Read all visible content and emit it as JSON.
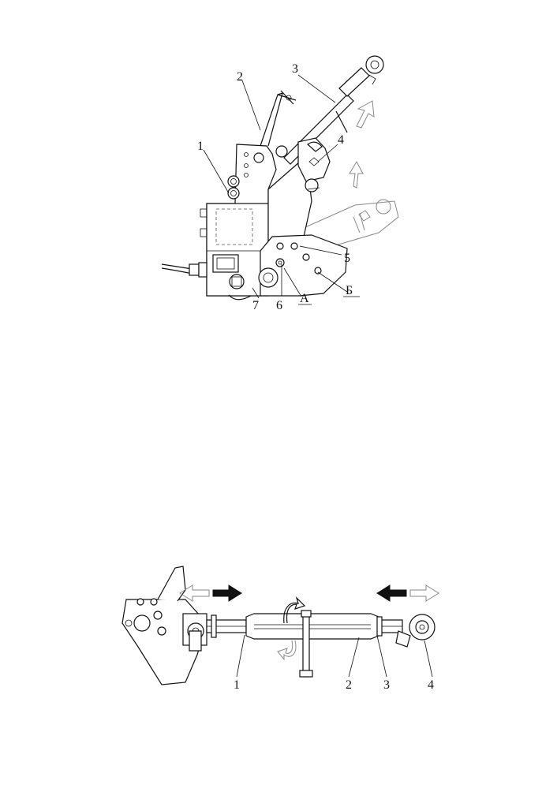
{
  "figure_top": {
    "labels": [
      "1",
      "2",
      "3",
      "4",
      "5",
      "6",
      "7",
      "А",
      "Б"
    ]
  },
  "figure_bottom": {
    "labels": [
      "1",
      "2",
      "3",
      "4"
    ]
  }
}
